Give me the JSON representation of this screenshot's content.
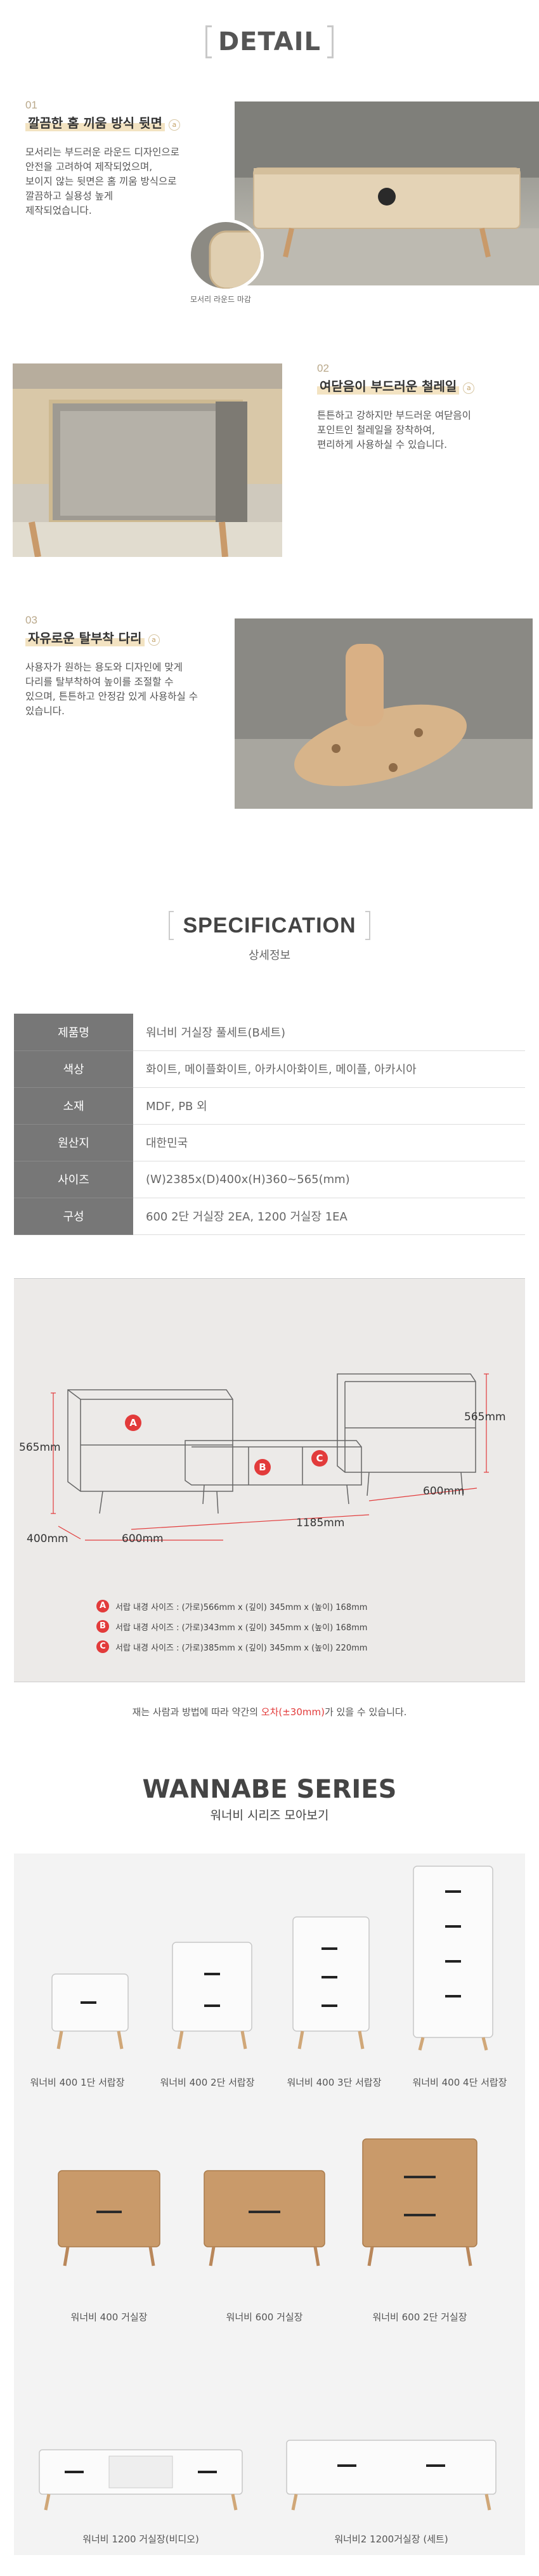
{
  "detail": {
    "title": "DETAIL",
    "features": [
      {
        "num": "01",
        "title": "깔끔한 홈 끼움 방식 뒷면",
        "badge": "a",
        "body": "모서리는 부드러운 라운드 디자인으로\n안전을 고려하여 제작되었으며,\n보이지 않는 뒷면은 홈 끼움 방식으로\n깔끔하고 실용성 높게\n제작되었습니다.",
        "inset_caption": "모서리 라운드 마감"
      },
      {
        "num": "02",
        "title": "여닫음이 부드러운 철레일",
        "badge": "a",
        "body": "튼튼하고 강하지만 부드러운 여닫음이\n포인트인 철레일을 장착하여,\n편리하게 사용하실 수 있습니다."
      },
      {
        "num": "03",
        "title": "자유로운 탈부착 다리",
        "badge": "a",
        "body": "사용자가 원하는 용도와 디자인에 맞게\n다리를 탈부착하여 높이를 조절할 수\n있으며, 튼튼하고 안정감 있게 사용하실 수\n있습니다."
      }
    ]
  },
  "spec": {
    "title": "SPECIFICATION",
    "subtitle": "상세정보",
    "rows": [
      {
        "key": "제품명",
        "value": "워너비 거실장 풀세트(B세트)"
      },
      {
        "key": "색상",
        "value": "화이트, 메이플화이트, 아카시아화이트, 메이플, 아카시아"
      },
      {
        "key": "소재",
        "value": "MDF, PB 외"
      },
      {
        "key": "원산지",
        "value": "대한민국"
      },
      {
        "key": "사이즈",
        "value": "(W)2385x(D)400x(H)360~565(mm)"
      },
      {
        "key": "구성",
        "value": "600 2단 거실장 2EA, 1200 거실장 1EA"
      }
    ],
    "diagram": {
      "dims": {
        "h_left": "565mm",
        "h_right": "565mm",
        "d_left": "400mm",
        "w_left": "600mm",
        "w_mid": "1185mm",
        "w_right": "600mm"
      },
      "markers": [
        "A",
        "B",
        "C"
      ],
      "legend": [
        {
          "mark": "A",
          "text": "서랍 내경 사이즈 : (가로)566mm x (깊이) 345mm x (높이) 168mm"
        },
        {
          "mark": "B",
          "text": "서랍 내경 사이즈 : (가로)343mm x (깊이) 345mm x (높이) 168mm"
        },
        {
          "mark": "C",
          "text": "서랍 내경 사이즈 : (가로)385mm x (깊이) 345mm x (높이) 220mm"
        }
      ]
    },
    "note_prefix": "재는 사람과 방법에 따라 약간의 ",
    "note_highlight": "오차(±30mm)",
    "note_suffix": "가 있을 수 있습니다."
  },
  "series": {
    "title": "WANNABE SERIES",
    "subtitle": "워너비 시리즈 모아보기",
    "row1": [
      "워너비 400 1단 서랍장",
      "워너비 400 2단 서랍장",
      "워너비 400 3단 서랍장",
      "워너비 400 4단 서랍장"
    ],
    "row2": [
      "워너비 400 거실장",
      "워너비 600 거실장",
      "워너비 600 2단 거실장"
    ],
    "row3": [
      "워너비 1200 거실장(비디오)",
      "워너비2 1200거실장 (세트)"
    ]
  },
  "colors": {
    "accent_red": "#e23b3b",
    "wood": "#c99a6a",
    "header_gray": "#777777"
  }
}
